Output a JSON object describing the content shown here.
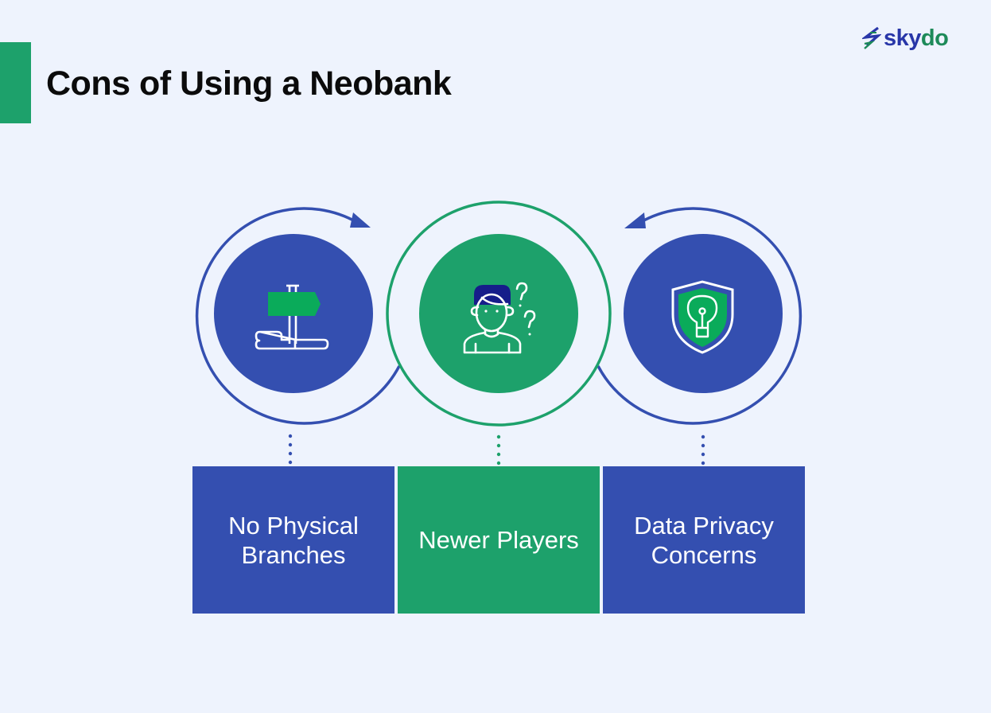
{
  "header": {
    "title": "Cons of Using a Neobank",
    "accent_color": "#1da16b"
  },
  "logo": {
    "icon": "skydo-chevrons-icon",
    "text_part1": "sky",
    "text_part2": "do",
    "colors": {
      "sky": "#2836a8",
      "do": "#1d8a59"
    }
  },
  "colors": {
    "blue": "#344fb0",
    "green": "#1da16b",
    "background": "#eef3fd",
    "dark_navy": "#161d8a"
  },
  "items": [
    {
      "icon": "signpost-icon",
      "label_line1": "No Physical",
      "label_line2": "Branches",
      "color": "blue"
    },
    {
      "icon": "confused-person-icon",
      "label_line1": "Newer Players",
      "label_line2": "",
      "color": "green"
    },
    {
      "icon": "shield-lightbulb-icon",
      "label_line1": "Data Privacy",
      "label_line2": "Concerns",
      "color": "blue"
    }
  ]
}
